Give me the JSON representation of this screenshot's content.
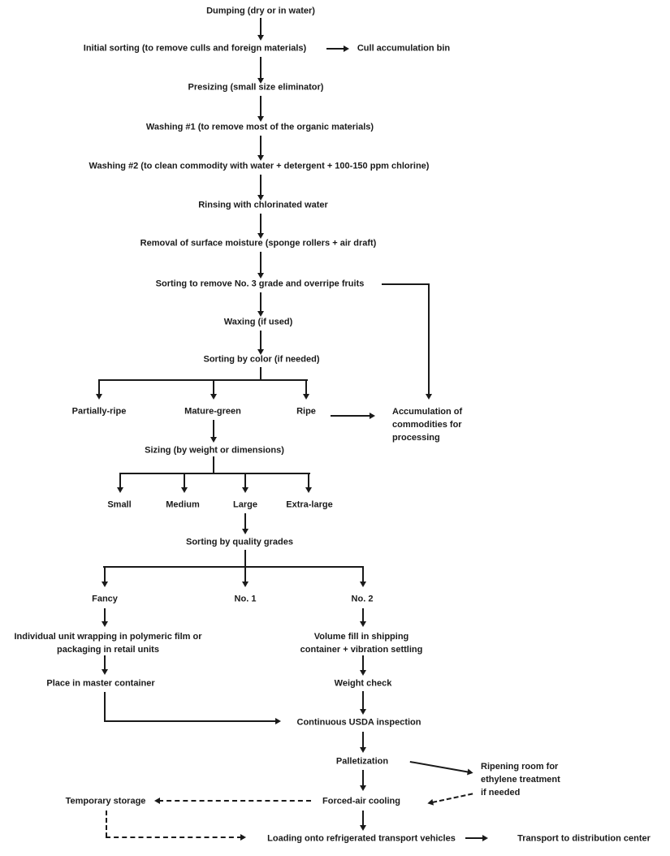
{
  "figure": {
    "type": "flowchart",
    "background": "#ffffff",
    "ink": "#1a1a1a",
    "description": "Packing-line flow diagram from dumping to transport to distribution center"
  },
  "nodes": {
    "dumping": {
      "label": "Dumping (dry or in water)"
    },
    "initial_sorting": {
      "label": "Initial sorting (to remove culls and foreign materials)"
    },
    "cull_bin": {
      "label": "Cull accumulation bin"
    },
    "presizing": {
      "label": "Presizing (small size eliminator)"
    },
    "washing1": {
      "label": "Washing #1 (to remove most of the organic materials)"
    },
    "washing2": {
      "label": "Washing #2 (to clean commodity with water + detergent + 100-150 ppm chlorine)"
    },
    "rinsing": {
      "label": "Rinsing with chlorinated water"
    },
    "moisture_removal": {
      "label": "Removal of surface moisture (sponge rollers + air draft)"
    },
    "sorting_no3": {
      "label": "Sorting to remove No. 3 grade and overripe fruits"
    },
    "waxing": {
      "label": "Waxing (if used)"
    },
    "sorting_color": {
      "label": "Sorting by color (if needed)"
    },
    "partially_ripe": {
      "label": "Partially-ripe"
    },
    "mature_green": {
      "label": "Mature-green"
    },
    "ripe": {
      "label": "Ripe"
    },
    "accumulation": {
      "label": "Accumulation of\ncommodities for\nprocessing"
    },
    "sizing": {
      "label": "Sizing (by weight or dimensions)"
    },
    "small": {
      "label": "Small"
    },
    "medium": {
      "label": "Medium"
    },
    "large": {
      "label": "Large"
    },
    "extra_large": {
      "label": "Extra-large"
    },
    "sorting_quality": {
      "label": "Sorting by quality grades"
    },
    "fancy": {
      "label": "Fancy"
    },
    "no1": {
      "label": "No. 1"
    },
    "no2": {
      "label": "No. 2"
    },
    "wrap": {
      "label": "Individual unit wrapping in polymeric film or\npackaging in retail units"
    },
    "place_master": {
      "label": "Place in master container"
    },
    "volume_fill": {
      "label": "Volume fill in shipping\ncontainer + vibration settling"
    },
    "weight_check": {
      "label": "Weight check"
    },
    "usda": {
      "label": "Continuous USDA inspection"
    },
    "palletization": {
      "label": "Palletization"
    },
    "ripening_room": {
      "label": "Ripening room for\nethylene treatment\nif needed"
    },
    "forced_air": {
      "label": "Forced-air cooling"
    },
    "temp_storage": {
      "label": "Temporary storage"
    },
    "loading": {
      "label": "Loading onto refrigerated transport vehicles"
    },
    "transport": {
      "label": "Transport to distribution center"
    }
  }
}
